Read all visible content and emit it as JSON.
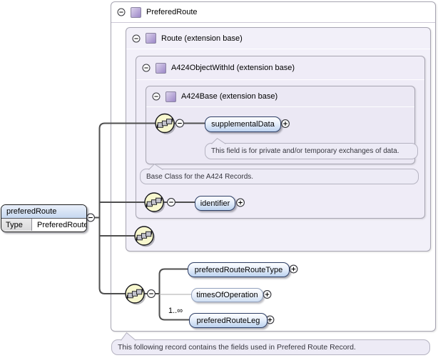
{
  "containers": {
    "prefered_route": {
      "label": "PreferedRoute"
    },
    "route": {
      "label": "Route (extension base)"
    },
    "a424_object_with_id": {
      "label": "A424ObjectWithId (extension base)"
    },
    "a424_base": {
      "label": "A424Base (extension base)"
    }
  },
  "root_element": {
    "name": "preferedRoute",
    "type_key": "Type",
    "type_value": "PreferedRoute"
  },
  "elements": {
    "supplemental_data": {
      "label": "supplementalData"
    },
    "identifier": {
      "label": "identifier"
    },
    "prefered_route_route_type": {
      "label": "preferedRouteRouteType"
    },
    "times_of_operation": {
      "label": "timesOfOperation"
    },
    "prefered_route_leg": {
      "label": "preferedRouteLeg",
      "cardinality": "1..∞"
    }
  },
  "annotations": {
    "supplemental_data": "This field is for private and/or temporary exchanges of data.",
    "a424_base": "Base Class for the A424 Records.",
    "diagram_footer": "This following record contains the fields used in Prefered Route Record."
  },
  "icons": {
    "collapse": "minus-circle",
    "expand": "plus-circle",
    "compositor": "sequence",
    "complex_type": "purple-square"
  },
  "colors": {
    "element_border": "#2e3f66",
    "element_fill": "#bcd2ef",
    "container_fill": "#f0edf8",
    "annotation_fill": "#edebf6",
    "compositor_fill": "#f8f8cf",
    "connector_line": "#4f4f4f"
  }
}
